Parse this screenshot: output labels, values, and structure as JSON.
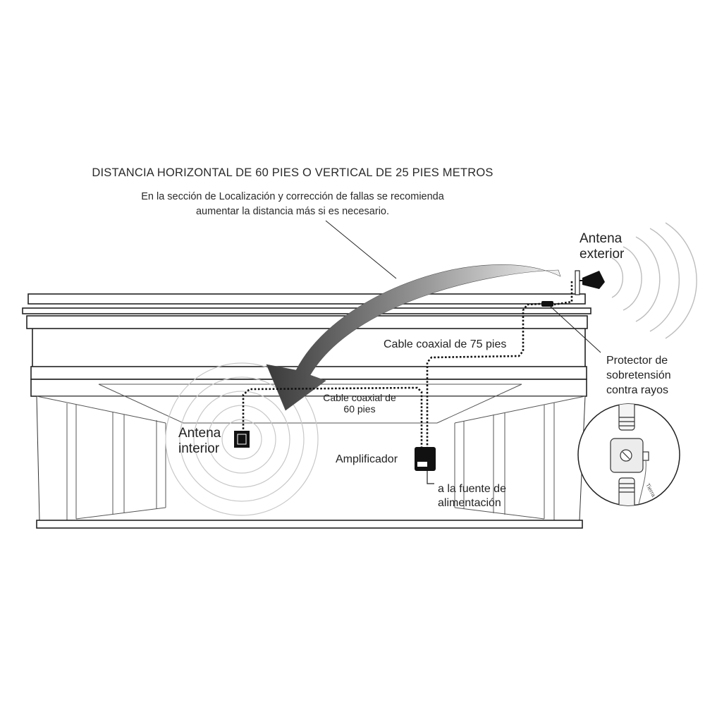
{
  "heading": "DISTANCIA HORIZONTAL DE 60 PIES O VERTICAL DE 25 PIES METROS",
  "note_line_1": "En la sección de Localización y corrección de fallas se recomienda",
  "note_line_2": "aumentar la distancia más si es necesario.",
  "outdoor_antenna": {
    "line_1": "Antena",
    "line_2": "exterior"
  },
  "indoor_antenna": {
    "line_1": "Antena",
    "line_2": "interior"
  },
  "cable_75": "Cable coaxial de 75 pies",
  "cable_60": {
    "line_1": "Cable coaxial de",
    "line_2": "60 pies"
  },
  "amplifier": "Amplificador",
  "power_source": {
    "line_1": "a la fuente de",
    "line_2": "alimentación"
  },
  "surge_protector": {
    "line_1": "Protector de",
    "line_2": "sobretensión",
    "line_3": "contra rayos"
  },
  "ground_label": "Tierra",
  "colors": {
    "line": "#222222",
    "arrow_dark": "#3a3a3a",
    "arrow_light": "#f2f2f2",
    "waves": "#c8c8c8"
  }
}
